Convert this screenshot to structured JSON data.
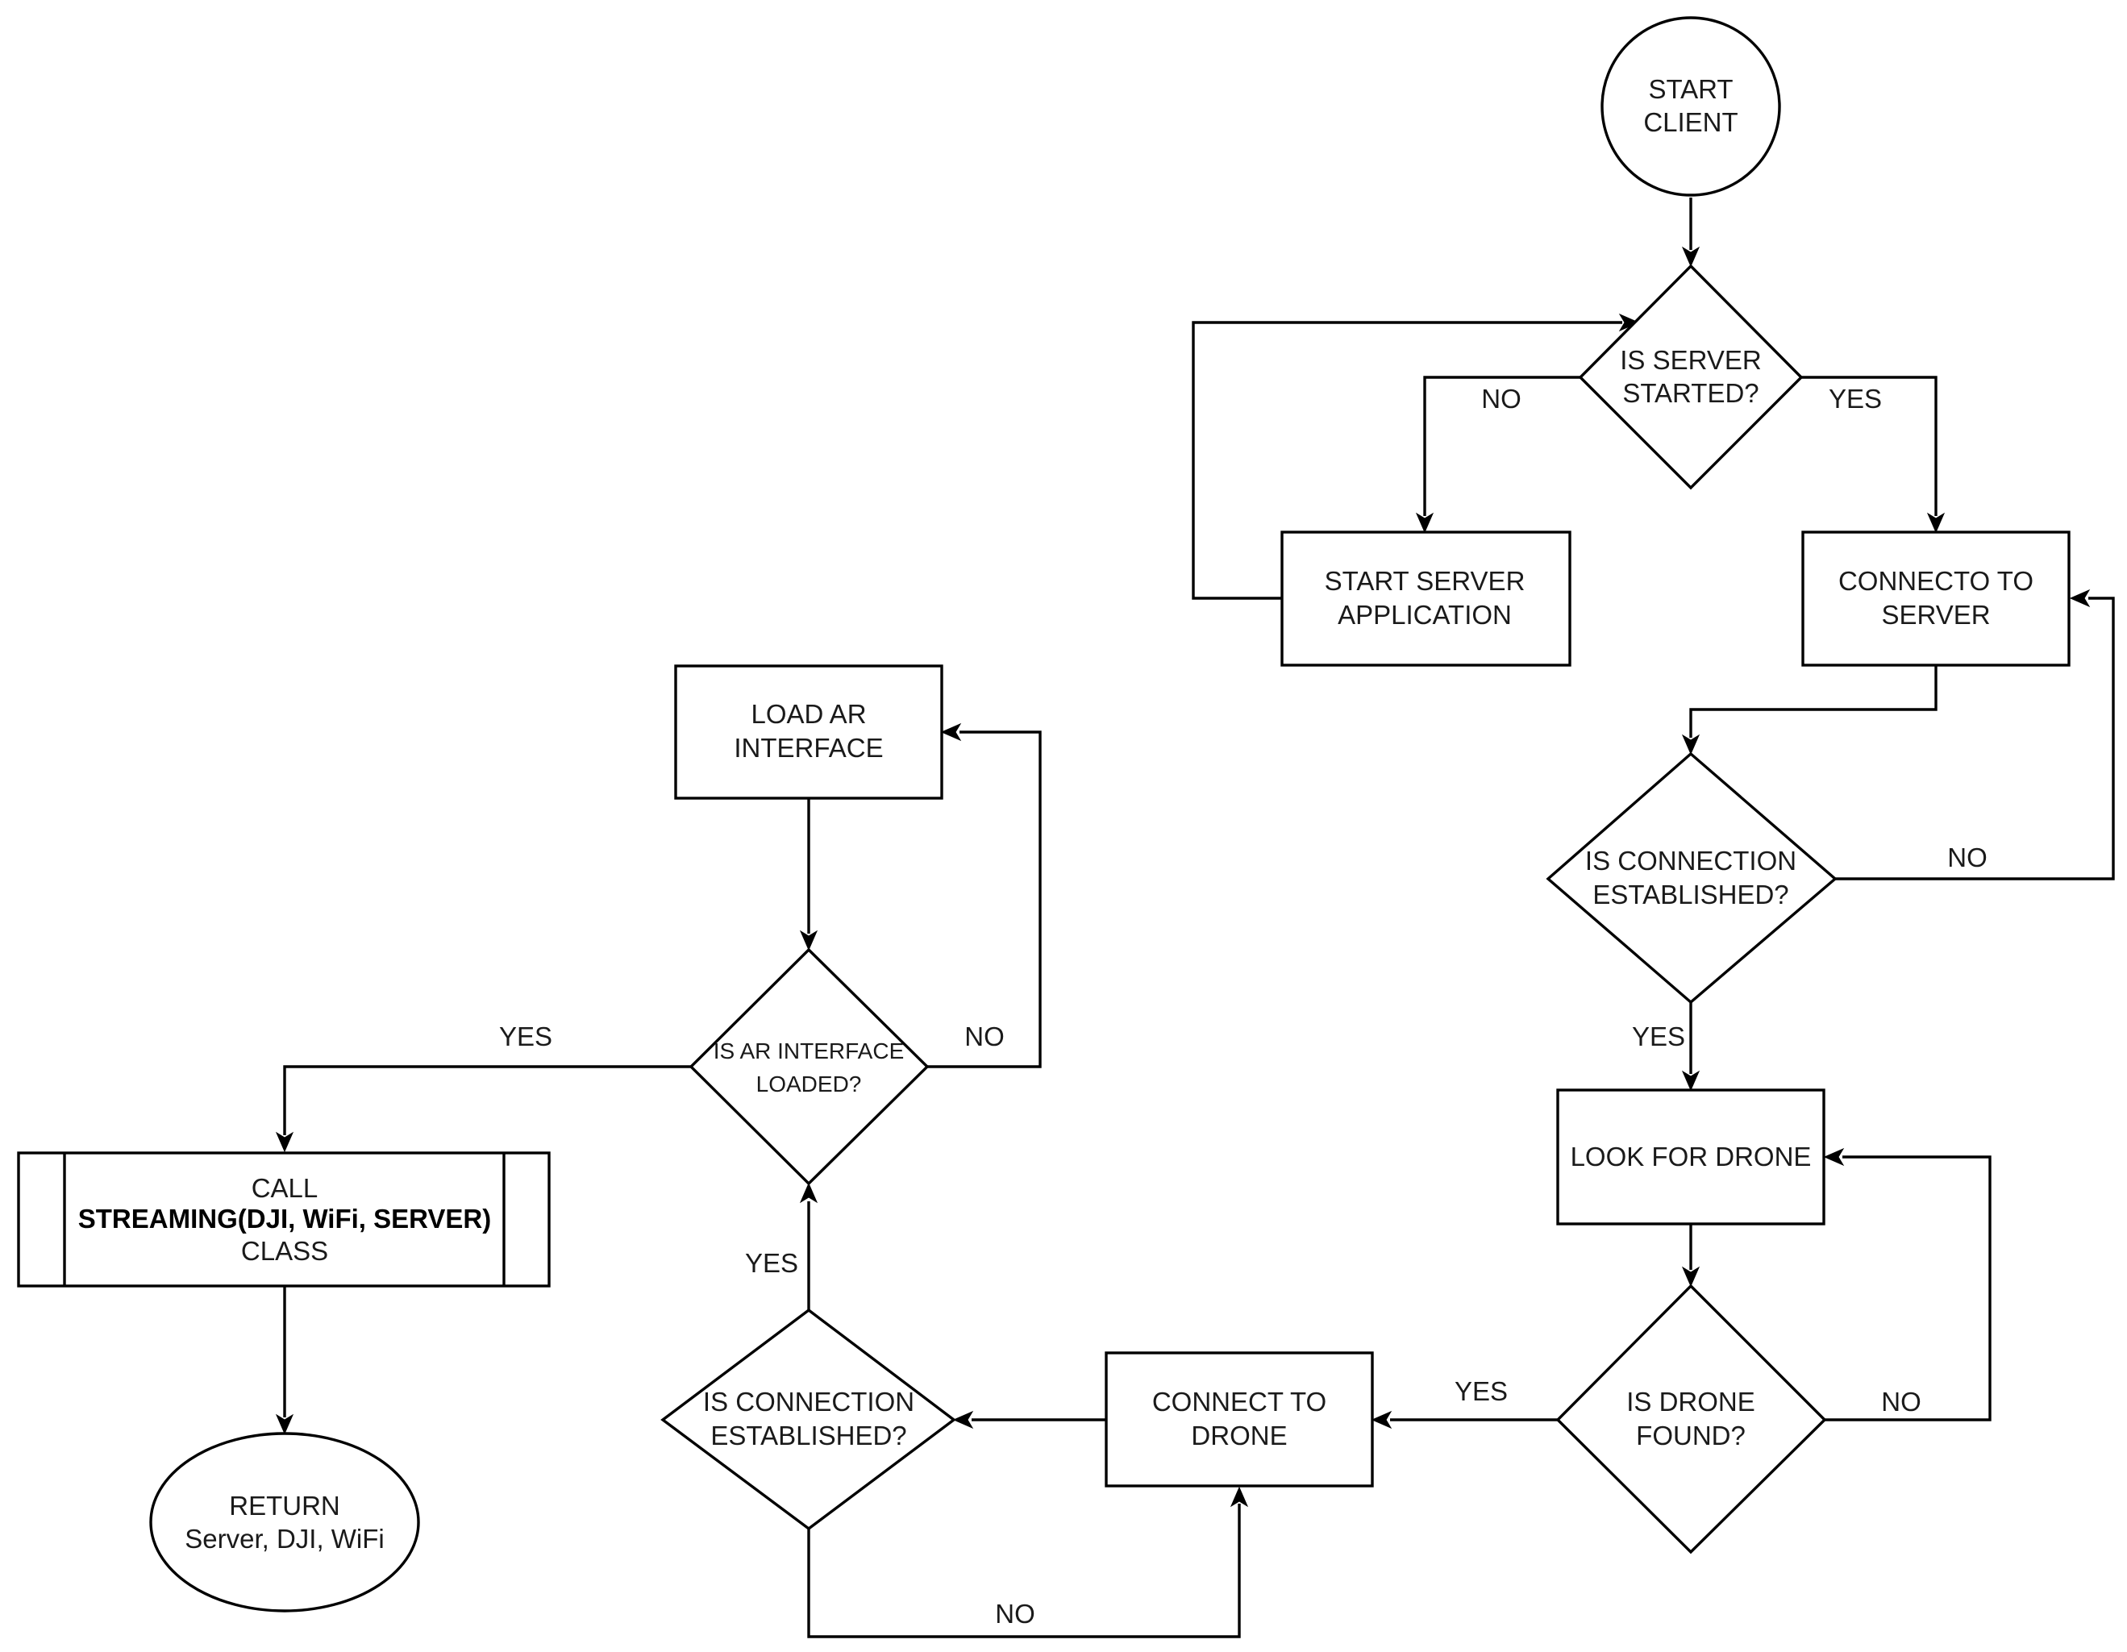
{
  "nodes": {
    "start_client": {
      "line1": "START",
      "line2": "CLIENT"
    },
    "is_server_started": {
      "line1": "IS SERVER",
      "line2": "STARTED?"
    },
    "start_server_app": {
      "line1": "START SERVER",
      "line2": "APPLICATION"
    },
    "connect_to_server": {
      "line1": "CONNECTO TO",
      "line2": "SERVER"
    },
    "is_connection_established_1": {
      "line1": "IS CONNECTION",
      "line2": "ESTABLISHED?"
    },
    "look_for_drone": {
      "line1": "LOOK FOR DRONE"
    },
    "is_drone_found": {
      "line1": "IS DRONE",
      "line2": "FOUND?"
    },
    "connect_to_drone": {
      "line1": "CONNECT TO",
      "line2": "DRONE"
    },
    "is_connection_established_2": {
      "line1": "IS CONNECTION",
      "line2": "ESTABLISHED?"
    },
    "load_ar_interface": {
      "line1": "LOAD AR",
      "line2": "INTERFACE"
    },
    "is_ar_interface_loaded": {
      "line1": "IS AR INTERFACE",
      "line2": "LOADED?"
    },
    "call_streaming": {
      "line1": "CALL",
      "line2": "STREAMING(DJI, WiFi, SERVER)",
      "line3": "CLASS"
    },
    "return": {
      "line1": "RETURN",
      "line2": "Server, DJI, WiFi"
    }
  },
  "edge_labels": {
    "server_started_no": "NO",
    "server_started_yes": "YES",
    "connection1_no": "NO",
    "connection1_yes": "YES",
    "drone_found_yes": "YES",
    "drone_found_no": "NO",
    "connection2_yes": "YES",
    "connection2_no": "NO",
    "ar_loaded_yes": "YES",
    "ar_loaded_no": "NO"
  }
}
